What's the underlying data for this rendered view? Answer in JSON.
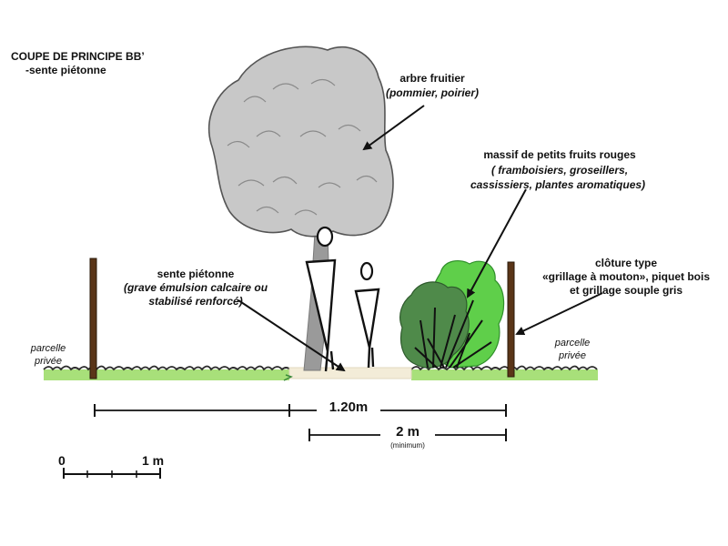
{
  "title": {
    "line1": "COUPE DE PRINCIPE BB’",
    "line2": "-sente piétonne"
  },
  "labels": {
    "tree": {
      "name": "arbre fruitier",
      "detail": "(pommier, poirier)"
    },
    "shrubs": {
      "name": "massif de petits fruits rouges",
      "detail_line1": "( framboisiers, groseillers,",
      "detail_line2": "cassissiers, plantes aromatiques)"
    },
    "fence": {
      "line1": "clôture type",
      "line2": "«grillage à mouton», piquet bois",
      "line3": "et grillage souple gris"
    },
    "path": {
      "name": "sente piétonne",
      "detail_line1": "(grave émulsion calcaire ou",
      "detail_line2": "stabilisé renforcé)"
    },
    "parcel_left": {
      "line1": "parcelle",
      "line2": "privée"
    },
    "parcel_right": {
      "line1": "parcelle",
      "line2": "privée"
    }
  },
  "dimensions": {
    "width_path": "1.20m",
    "width_total": "2 m",
    "width_total_note": "(minimum)"
  },
  "scale_bar": {
    "start": "0",
    "end": "1 m"
  },
  "colors": {
    "tree_canopy": "#c8c8c8",
    "tree_trunk": "#9a9a9a",
    "ground_grass": "#a8e07a",
    "path_surface": "#f3ecd8",
    "shrub_light": "#5fcf4a",
    "shrub_dark": "#4f8a4a",
    "post_wood": "#5a3518",
    "ink": "#111111"
  }
}
